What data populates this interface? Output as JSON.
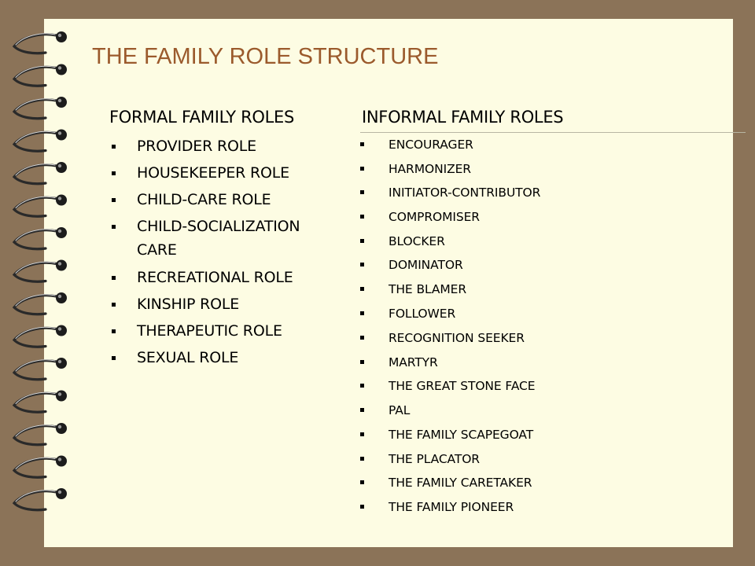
{
  "title": "THE FAMILY ROLE STRUCTURE",
  "formal": {
    "heading": "FORMAL FAMILY ROLES",
    "items": [
      [
        "PROVIDER ROLE"
      ],
      [
        "HOUSEKEEPER ROLE"
      ],
      [
        "CHILD-CARE ROLE"
      ],
      [
        "CHILD-SOCIALIZATION",
        "CARE"
      ],
      [
        "RECREATIONAL ROLE"
      ],
      [
        "KINSHIP ROLE"
      ],
      [
        "THERAPEUTIC ROLE"
      ],
      [
        "SEXUAL ROLE"
      ]
    ]
  },
  "informal": {
    "heading": "INFORMAL FAMILY ROLES",
    "items": [
      "ENCOURAGER",
      "HARMONIZER",
      "INITIATOR-CONTRIBUTOR",
      "COMPROMISER",
      "BLOCKER",
      "DOMINATOR",
      "THE BLAMER",
      "FOLLOWER",
      "RECOGNITION SEEKER",
      "MARTYR",
      "THE GREAT STONE FACE",
      "PAL",
      "THE FAMILY SCAPEGOAT",
      "THE PLACATOR",
      "THE FAMILY CARETAKER",
      "THE FAMILY PIONEER"
    ]
  },
  "colors": {
    "background": "#8b7358",
    "page": "#fdfce3",
    "title": "#9b5a2c",
    "text": "#000000"
  }
}
